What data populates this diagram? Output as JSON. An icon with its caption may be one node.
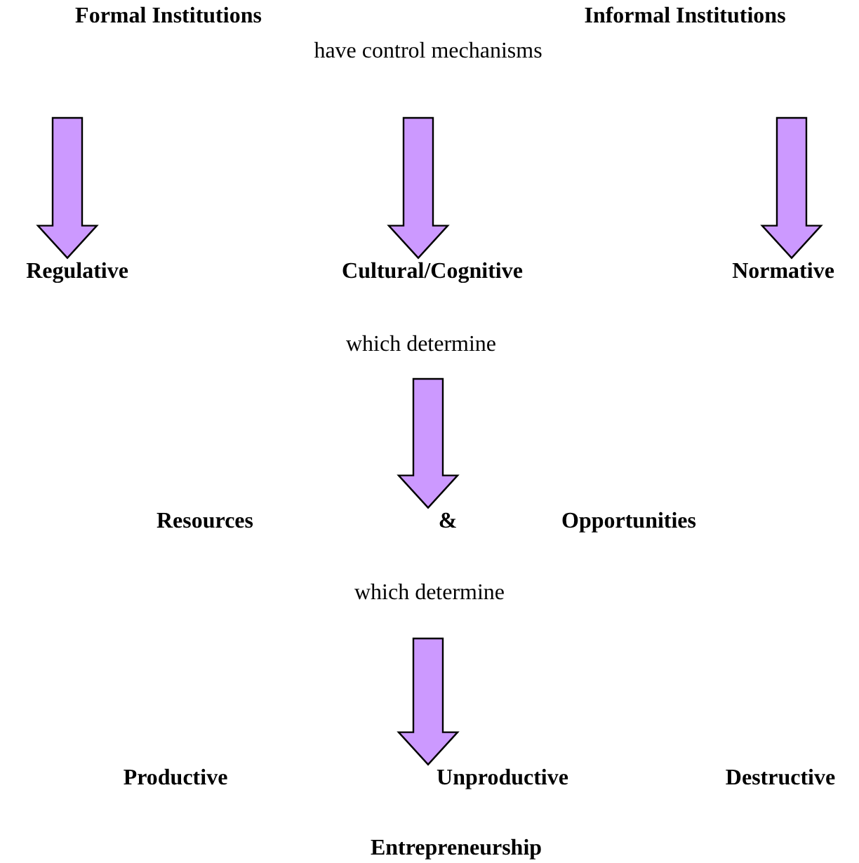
{
  "diagram": {
    "nodes": [
      {
        "text": [
          "Formal Institutions"
        ]
      },
      {
        "text": [
          "Informal Institutions"
        ]
      },
      {
        "text": [
          "have control mechanisms"
        ]
      },
      {
        "text": [
          "Regulative"
        ]
      },
      {
        "text": [
          "Cultural/Cognitive"
        ]
      },
      {
        "text": [
          "Normative"
        ]
      },
      {
        "text": [
          "which determine"
        ]
      },
      {
        "text": [
          "&"
        ]
      },
      {
        "text": [
          "which determine"
        ]
      },
      {
        "text": [
          "Unproductive"
        ]
      }
    ],
    "edges": [
      {
        "from": 0,
        "to": 3,
        "arrow": "to"
      },
      {
        "from": 2,
        "to": 4,
        "arrow": "to"
      },
      {
        "from": 1,
        "to": 5,
        "arrow": "to"
      },
      {
        "from": 6,
        "to": 7,
        "arrow": "to"
      },
      {
        "from": 8,
        "to": 9,
        "arrow": "to"
      }
    ],
    "labels": [
      "Resources",
      "Opportunities",
      "Productive",
      "Destructive",
      "Entrepreneurship"
    ]
  }
}
